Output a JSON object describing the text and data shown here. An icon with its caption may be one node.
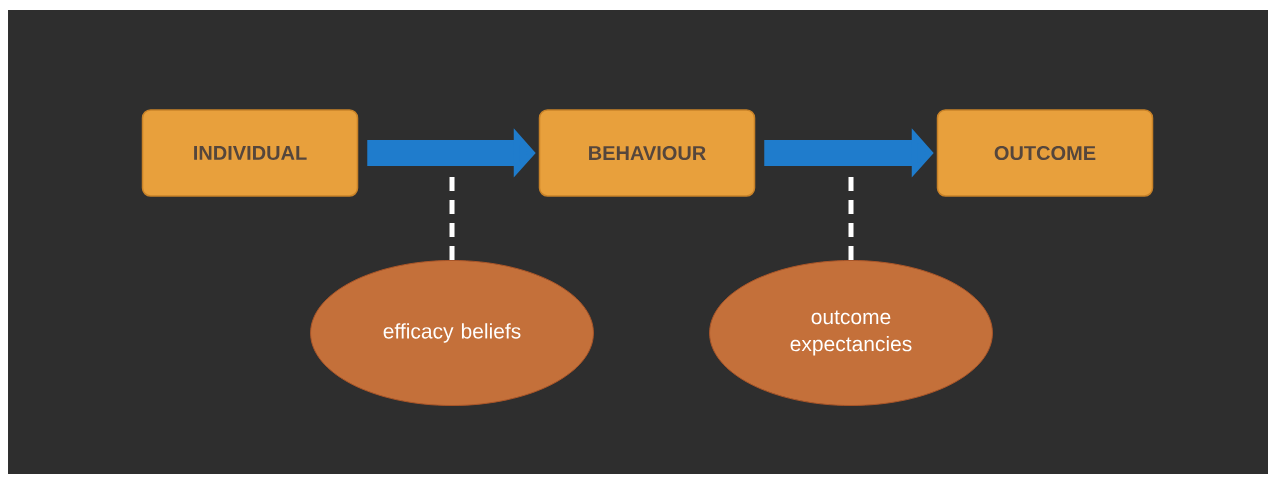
{
  "diagram": {
    "nodes": [
      {
        "text": [
          "INDIVIDUAL"
        ]
      },
      {
        "text": [
          "BEHAVIOUR"
        ]
      },
      {
        "text": [
          "OUTCOME"
        ]
      },
      {
        "text": [
          "efficacy beliefs"
        ]
      },
      {
        "text": [
          "outcome expectancies"
        ]
      }
    ],
    "edges": [
      {
        "from": 0,
        "to": 1,
        "arrow": "to",
        "style": "thick",
        "color": "#1f7ccc"
      },
      {
        "from": 1,
        "to": 2,
        "arrow": "to",
        "style": "thick",
        "color": "#1f7ccc"
      },
      {
        "from": 3,
        "to": null,
        "arrow": "none",
        "style": "dashed",
        "color": "#ffffff"
      },
      {
        "from": 4,
        "to": null,
        "arrow": "none",
        "style": "dashed",
        "color": "#ffffff"
      }
    ]
  }
}
